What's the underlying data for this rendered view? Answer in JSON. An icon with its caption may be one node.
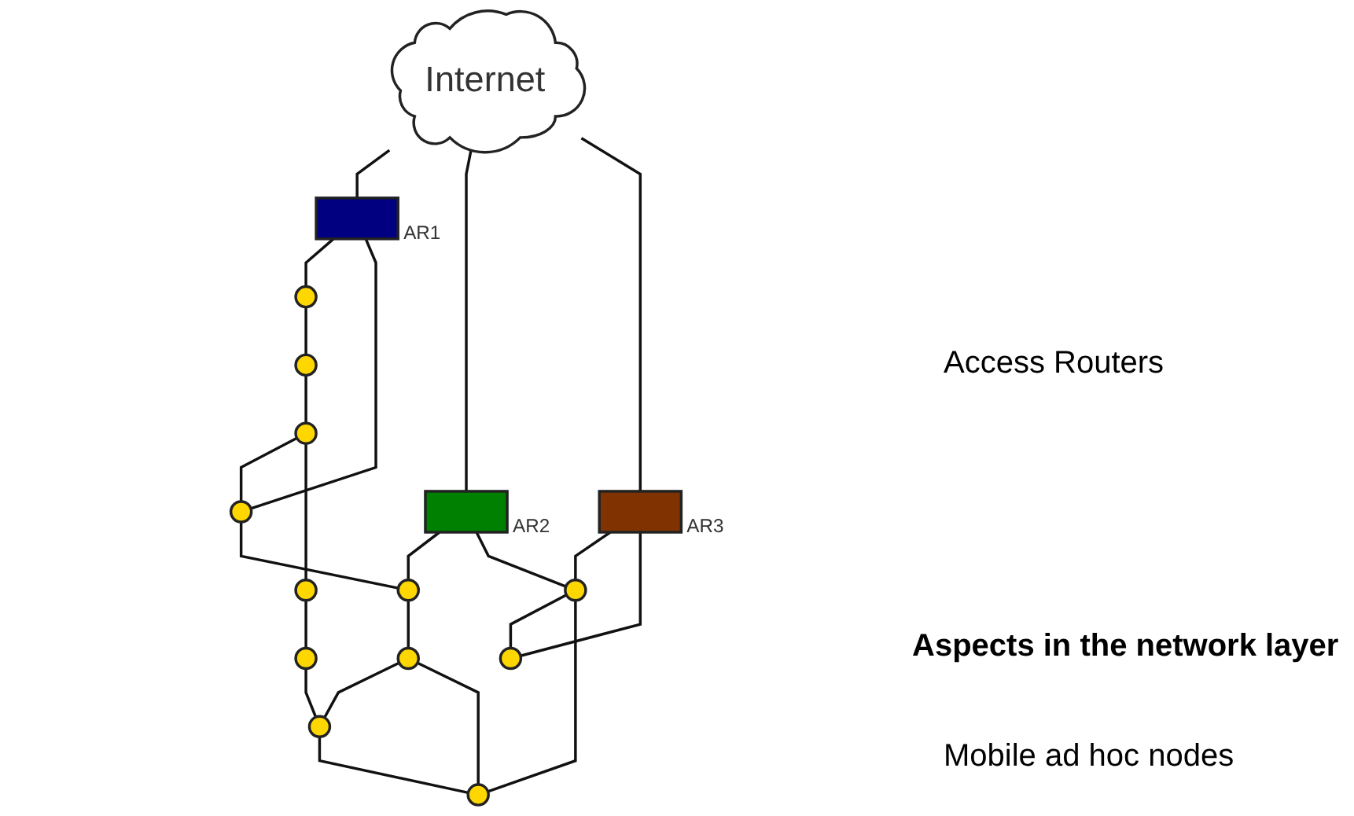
{
  "diagram": {
    "nodes": [
      {
        "text": [
          "Internet"
        ]
      },
      {
        "text": [],
        "shape": "box",
        "beside": [
          "AR1"
        ]
      },
      {
        "text": [],
        "shape": "box",
        "beside": [
          "AR2"
        ]
      },
      {
        "text": [],
        "shape": "box",
        "beside": [
          "AR3"
        ]
      },
      {
        "text": [],
        "shape": "circle"
      },
      {
        "text": [],
        "shape": "circle"
      },
      {
        "text": [],
        "shape": "circle"
      },
      {
        "text": [],
        "shape": "circle"
      },
      {
        "text": [],
        "shape": "circle"
      },
      {
        "text": [],
        "shape": "circle"
      },
      {
        "text": [],
        "shape": "circle"
      },
      {
        "text": [],
        "shape": "circle"
      },
      {
        "text": [],
        "shape": "circle"
      },
      {
        "text": [],
        "shape": "circle"
      },
      {
        "text": [],
        "shape": "circle"
      },
      {
        "text": [],
        "shape": "circle"
      }
    ],
    "edges": [
      {
        "from": 0,
        "to": 1,
        "arrow": "none"
      },
      {
        "from": 0,
        "to": 2,
        "arrow": "none"
      },
      {
        "from": 0,
        "to": 3,
        "arrow": "none"
      },
      {
        "from": 1,
        "to": 5,
        "arrow": "none"
      },
      {
        "from": 1,
        "to": 8,
        "arrow": "none"
      },
      {
        "from": 2,
        "to": 10,
        "arrow": "none"
      },
      {
        "from": 2,
        "to": 14,
        "arrow": "none"
      },
      {
        "from": 3,
        "to": 14,
        "arrow": "none"
      },
      {
        "from": 3,
        "to": 15,
        "arrow": "none"
      },
      {
        "from": 14,
        "to": 15,
        "arrow": "none"
      },
      {
        "from": 14,
        "to": 13,
        "arrow": "none"
      },
      {
        "from": 5,
        "to": 4,
        "arrow": "none"
      },
      {
        "from": 4,
        "to": 7,
        "arrow": "none"
      },
      {
        "from": 7,
        "to": 8,
        "arrow": "none"
      },
      {
        "from": 8,
        "to": 10,
        "arrow": "none"
      },
      {
        "from": 10,
        "to": 11,
        "arrow": "none"
      },
      {
        "from": 11,
        "to": 12,
        "arrow": "none"
      },
      {
        "from": 11,
        "to": 13,
        "arrow": "none"
      },
      {
        "from": 12,
        "to": 13,
        "arrow": "none"
      },
      {
        "from": 9,
        "to": 12,
        "arrow": "none"
      },
      {
        "from": 6,
        "to": 9,
        "arrow": "none"
      },
      {
        "from": 7,
        "to": 6,
        "arrow": "none"
      }
    ],
    "labels": [
      "Access Routers",
      "Aspects in the network layer",
      "Mobile ad hoc nodes"
    ]
  }
}
